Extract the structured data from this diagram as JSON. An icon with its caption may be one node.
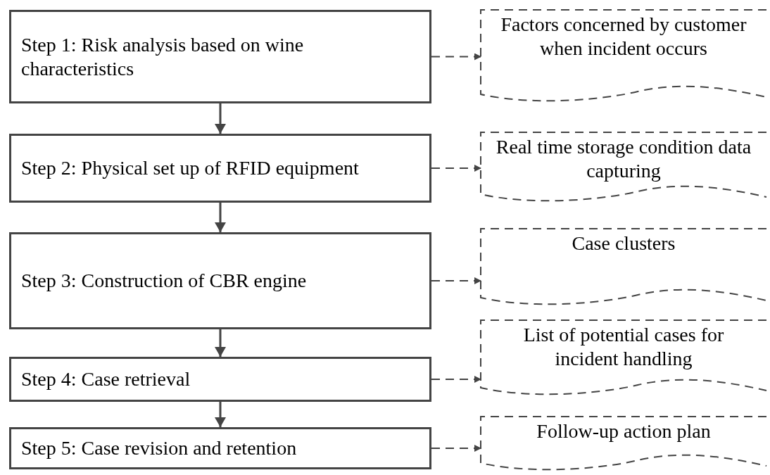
{
  "diagram": {
    "nodes": [
      {
        "text": [
          "Step 1: Risk analysis based on wine characteristics"
        ]
      },
      {
        "text": [
          "Factors concerned by customer when incident occurs"
        ]
      },
      {
        "text": [
          "Step 2: Physical set up of RFID equipment"
        ]
      },
      {
        "text": [
          "Real time storage condition data capturing"
        ]
      },
      {
        "text": [
          "Step 3: Construction of CBR engine"
        ]
      },
      {
        "text": [
          "Case clusters"
        ]
      },
      {
        "text": [
          "Step 4: Case retrieval"
        ]
      },
      {
        "text": [
          "List of potential cases for incident handling"
        ]
      },
      {
        "text": [
          "Step 5: Case revision and retention"
        ]
      },
      {
        "text": [
          "Follow-up action plan"
        ]
      }
    ],
    "edges": [
      {
        "from": 0,
        "to": 2,
        "arrow": "to"
      },
      {
        "from": 2,
        "to": 4,
        "arrow": "to"
      },
      {
        "from": 4,
        "to": 6,
        "arrow": "to"
      },
      {
        "from": 6,
        "to": 8,
        "arrow": "to"
      },
      {
        "from": 0,
        "to": 1,
        "arrow": "to",
        "style": "dashed"
      },
      {
        "from": 2,
        "to": 3,
        "arrow": "to",
        "style": "dashed"
      },
      {
        "from": 4,
        "to": 5,
        "arrow": "to",
        "style": "dashed"
      },
      {
        "from": 6,
        "to": 7,
        "arrow": "to",
        "style": "dashed"
      },
      {
        "from": 8,
        "to": 9,
        "arrow": "to",
        "style": "dashed"
      }
    ]
  }
}
